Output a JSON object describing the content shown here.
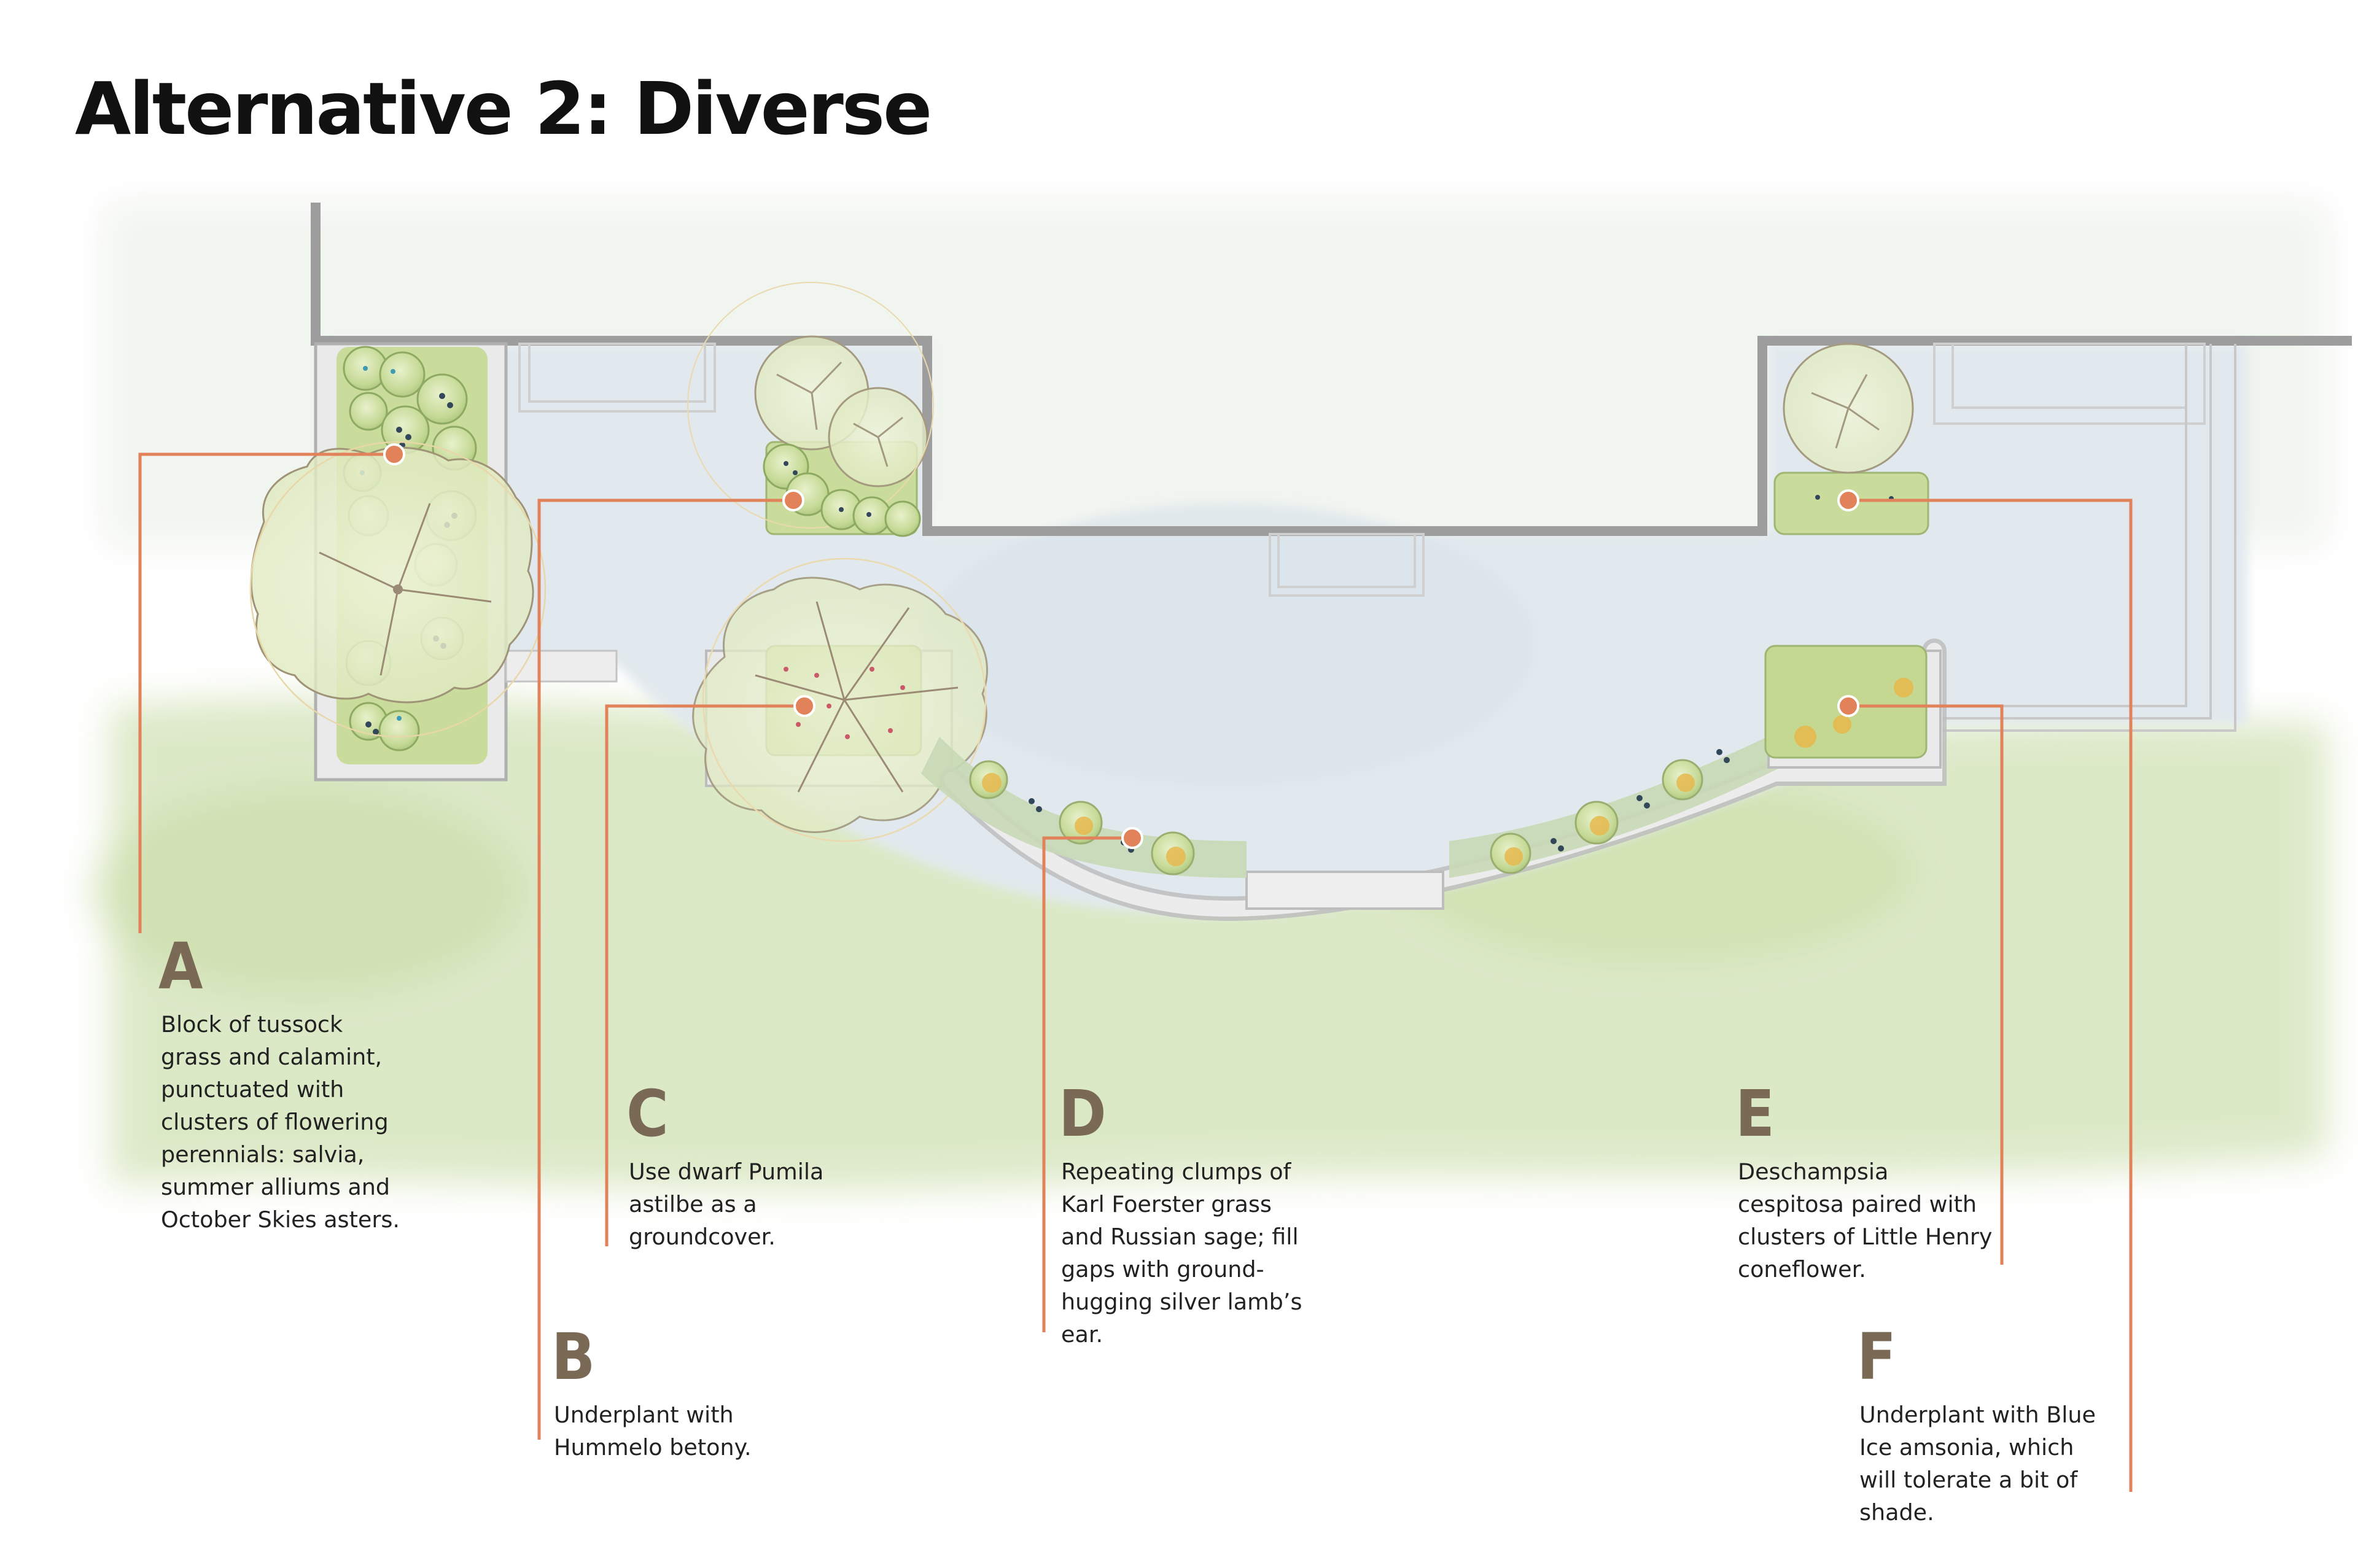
{
  "title": "Alternative 2: Diverse",
  "colors": {
    "accent": "#e1825a",
    "letter": "#7a6a55",
    "foliage": "#cfe0a6",
    "lawn": "#dbe8c4",
    "patio": "#e3eaee",
    "wall": "#9a9a9a"
  },
  "callouts": [
    {
      "letter": "A",
      "lines": [
        "Block of tussock",
        "grass and calamint,",
        "punctuated with",
        "clusters of flowering",
        "perennials: salvia,",
        "summer alliums and",
        "October Skies asters."
      ]
    },
    {
      "letter": "B",
      "lines": [
        "Underplant with",
        "Hummelo betony."
      ]
    },
    {
      "letter": "C",
      "lines": [
        "Use dwarf Pumila",
        "astilbe as a",
        "groundcover."
      ]
    },
    {
      "letter": "D",
      "lines": [
        "Repeating clumps of",
        "Karl Foerster grass",
        "and Russian sage; fill",
        "gaps with ground-",
        "hugging silver lamb’s",
        "ear."
      ]
    },
    {
      "letter": "E",
      "lines": [
        "Deschampsia",
        "cespitosa paired with",
        "clusters of Little Henry",
        "coneflower."
      ]
    },
    {
      "letter": "F",
      "lines": [
        "Underplant with Blue",
        "Ice amsonia, which",
        "will tolerate a bit of",
        "shade."
      ]
    }
  ]
}
